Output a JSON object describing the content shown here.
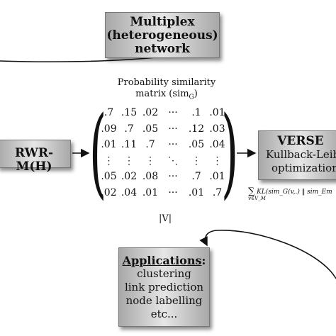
{
  "multiplex": {
    "lines": [
      "Multiplex",
      "(heterogeneous)",
      "network"
    ]
  },
  "rwr": {
    "label": "RWR-M(H)"
  },
  "verse": {
    "title": "VERSE",
    "line1": "Kullback-Leibler",
    "line2": "optimization"
  },
  "matrix_title": {
    "line1": "Probability similarity",
    "line2_prefix": "matrix (sim",
    "line2_sub": "G",
    "line2_suffix": ")"
  },
  "matrix": {
    "rows": [
      [
        ".7",
        ".15",
        ".02",
        "···",
        ".1",
        ".01"
      ],
      [
        ".09",
        ".7",
        ".05",
        "···",
        ".12",
        ".03"
      ],
      [
        ".01",
        ".11",
        ".7",
        "···",
        ".05",
        ".04"
      ],
      [
        "⋮",
        "⋮",
        "⋮",
        "⋱",
        "⋮",
        "⋮"
      ],
      [
        ".05",
        ".02",
        ".08",
        "···",
        ".7",
        ".01"
      ],
      [
        ".02",
        ".04",
        ".01",
        "···",
        ".01",
        ".7"
      ]
    ]
  },
  "dimension_label": "|V|",
  "kl_formula": {
    "sum": "∑",
    "sub": "v∈V_M",
    "body": "KL(sim_G(v,.) ‖ sim_Em"
  },
  "applications": {
    "title": "Applications",
    "title_suffix": ":",
    "items": [
      "clustering",
      "link prediction",
      "node labelling",
      "etc..."
    ]
  }
}
